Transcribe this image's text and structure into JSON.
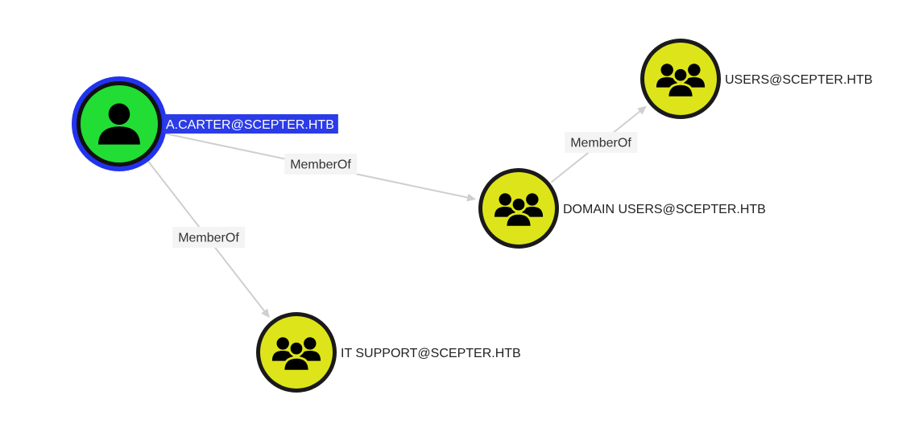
{
  "graph": {
    "nodes": [
      {
        "id": "a_carter",
        "label": "A.CARTER@SCEPTER.HTB",
        "kind": "user",
        "selected": true,
        "fill_color": "#22dd33",
        "border_color": "#111111",
        "ring_color": "#2233ee",
        "icon": "user-icon"
      },
      {
        "id": "users",
        "label": "USERS@SCEPTER.HTB",
        "kind": "group",
        "selected": false,
        "fill_color": "#dde51a",
        "border_color": "#1a1a1a",
        "icon": "group-icon"
      },
      {
        "id": "domain_users",
        "label": "DOMAIN USERS@SCEPTER.HTB",
        "kind": "group",
        "selected": false,
        "fill_color": "#dde51a",
        "border_color": "#1a1a1a",
        "icon": "group-icon"
      },
      {
        "id": "it_support",
        "label": "IT SUPPORT@SCEPTER.HTB",
        "kind": "group",
        "selected": false,
        "fill_color": "#dde51a",
        "border_color": "#1a1a1a",
        "icon": "group-icon"
      }
    ],
    "edges": [
      {
        "from": "a_carter",
        "to": "domain_users",
        "label": "MemberOf"
      },
      {
        "from": "domain_users",
        "to": "users",
        "label": "MemberOf"
      },
      {
        "from": "a_carter",
        "to": "it_support",
        "label": "MemberOf"
      }
    ]
  }
}
